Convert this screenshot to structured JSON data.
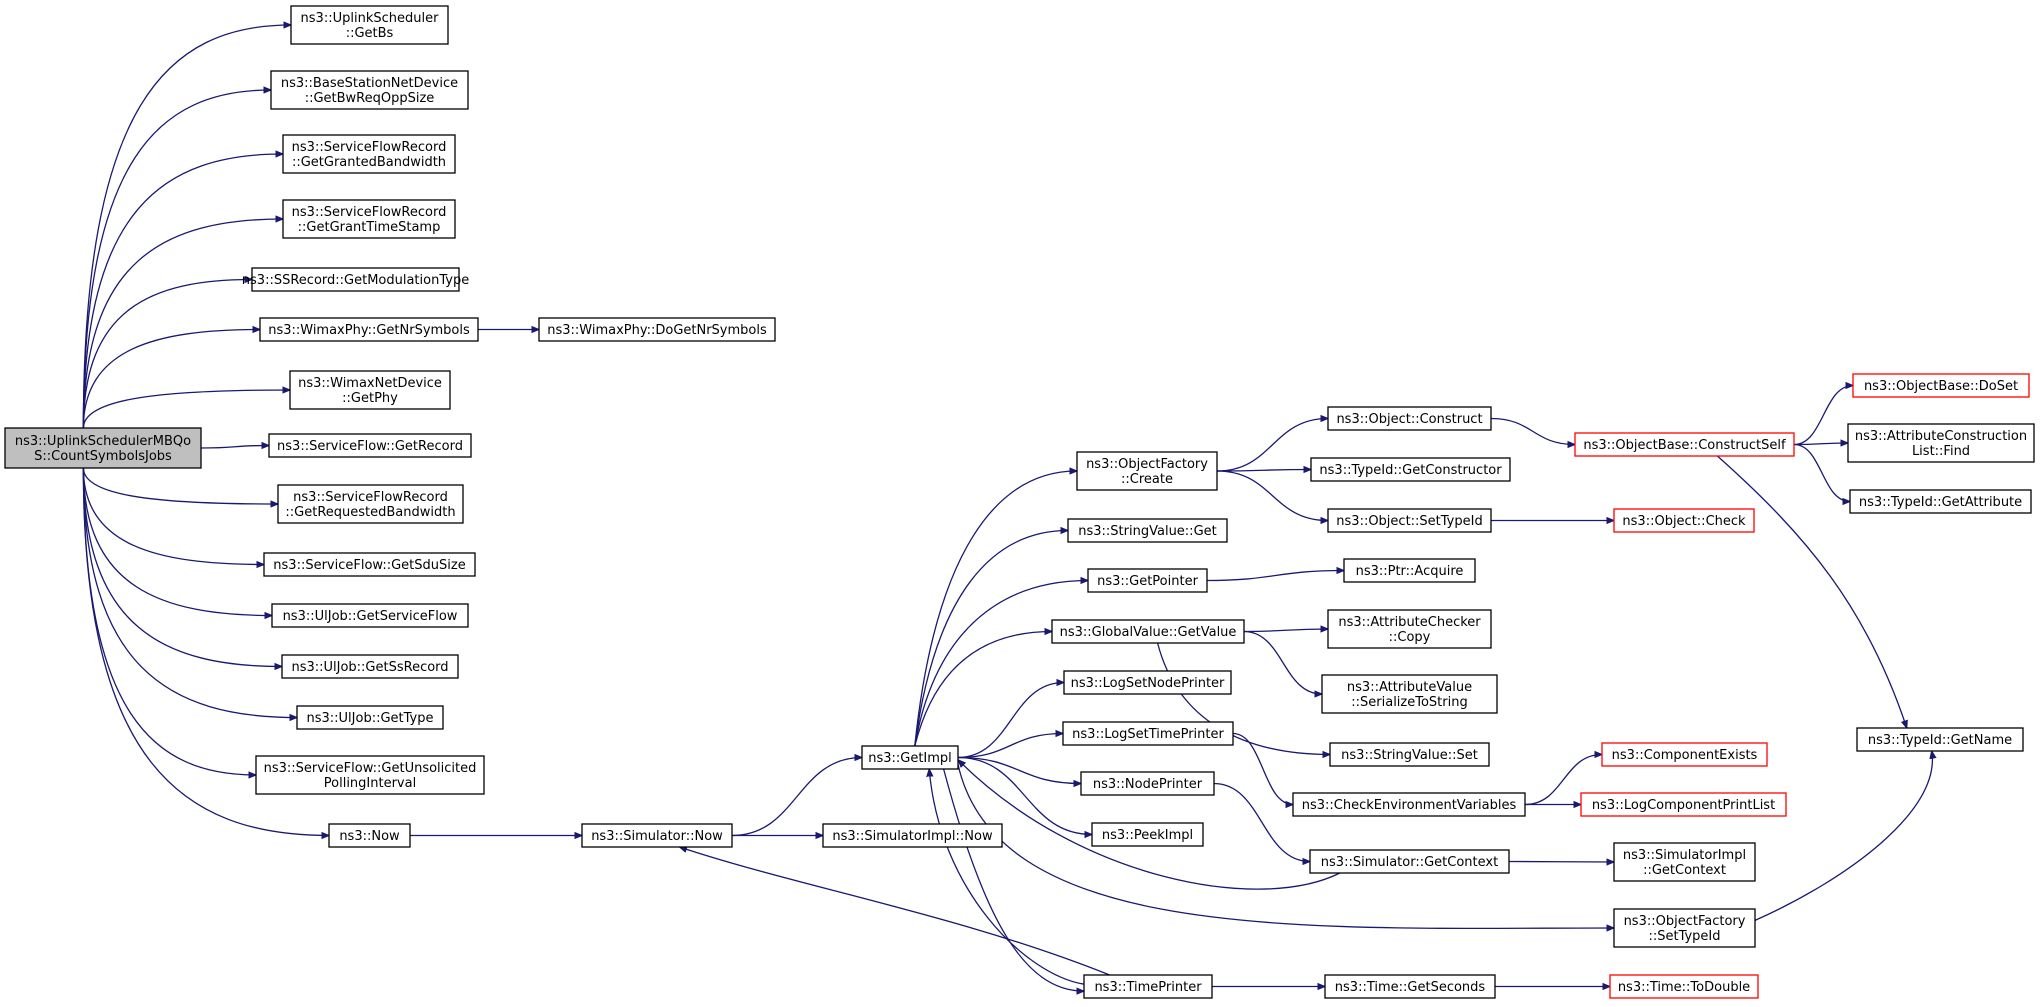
{
  "colors": {
    "edge": "#191970",
    "node_border": "#000000",
    "node_border_truncated": "#ff0000",
    "root_fill": "#bfbfbf",
    "node_fill": "#ffffff",
    "text": "#000000"
  },
  "nodes": [
    {
      "id": "root",
      "lines": [
        "ns3::UplinkSchedulerMBQo",
        "S::CountSymbolsJobs"
      ],
      "root": true
    },
    {
      "id": "getbs",
      "lines": [
        "ns3::UplinkScheduler",
        "::GetBs"
      ]
    },
    {
      "id": "getbwreq",
      "lines": [
        "ns3::BaseStationNetDevice",
        "::GetBwReqOppSize"
      ]
    },
    {
      "id": "grantedbw",
      "lines": [
        "ns3::ServiceFlowRecord",
        "::GetGrantedBandwidth"
      ]
    },
    {
      "id": "granttime",
      "lines": [
        "ns3::ServiceFlowRecord",
        "::GetGrantTimeStamp"
      ]
    },
    {
      "id": "modtype",
      "lines": [
        "ns3::SSRecord::GetModulationType"
      ]
    },
    {
      "id": "getnrsym",
      "lines": [
        "ns3::WimaxPhy::GetNrSymbols"
      ]
    },
    {
      "id": "dogetnrsym",
      "lines": [
        "ns3::WimaxPhy::DoGetNrSymbols"
      ]
    },
    {
      "id": "getphy",
      "lines": [
        "ns3::WimaxNetDevice",
        "::GetPhy"
      ]
    },
    {
      "id": "getrecord",
      "lines": [
        "ns3::ServiceFlow::GetRecord"
      ]
    },
    {
      "id": "reqbw",
      "lines": [
        "ns3::ServiceFlowRecord",
        "::GetRequestedBandwidth"
      ]
    },
    {
      "id": "sdusize",
      "lines": [
        "ns3::ServiceFlow::GetSduSize"
      ]
    },
    {
      "id": "ulsf",
      "lines": [
        "ns3::UlJob::GetServiceFlow"
      ]
    },
    {
      "id": "ulss",
      "lines": [
        "ns3::UlJob::GetSsRecord"
      ]
    },
    {
      "id": "ultype",
      "lines": [
        "ns3::UlJob::GetType"
      ]
    },
    {
      "id": "unsolicited",
      "lines": [
        "ns3::ServiceFlow::GetUnsolicited",
        "PollingInterval"
      ]
    },
    {
      "id": "now",
      "lines": [
        "ns3::Now"
      ]
    },
    {
      "id": "simnow",
      "lines": [
        "ns3::Simulator::Now"
      ]
    },
    {
      "id": "simimplnow",
      "lines": [
        "ns3::SimulatorImpl::Now"
      ]
    },
    {
      "id": "getimpl",
      "lines": [
        "ns3::GetImpl"
      ]
    },
    {
      "id": "ofcreate",
      "lines": [
        "ns3::ObjectFactory",
        "::Create"
      ]
    },
    {
      "id": "strget",
      "lines": [
        "ns3::StringValue::Get"
      ]
    },
    {
      "id": "getpointer",
      "lines": [
        "ns3::GetPointer"
      ]
    },
    {
      "id": "gvgetvalue",
      "lines": [
        "ns3::GlobalValue::GetValue"
      ]
    },
    {
      "id": "lognode",
      "lines": [
        "ns3::LogSetNodePrinter"
      ]
    },
    {
      "id": "logtime",
      "lines": [
        "ns3::LogSetTimePrinter"
      ]
    },
    {
      "id": "nodeprinter",
      "lines": [
        "ns3::NodePrinter"
      ]
    },
    {
      "id": "peekimpl",
      "lines": [
        "ns3::PeekImpl"
      ]
    },
    {
      "id": "timeprinter",
      "lines": [
        "ns3::TimePrinter"
      ]
    },
    {
      "id": "objconstruct",
      "lines": [
        "ns3::Object::Construct"
      ]
    },
    {
      "id": "getconstructor",
      "lines": [
        "ns3::TypeId::GetConstructor"
      ]
    },
    {
      "id": "settypeid",
      "lines": [
        "ns3::Object::SetTypeId"
      ]
    },
    {
      "id": "ptracquire",
      "lines": [
        "ns3::Ptr::Acquire"
      ]
    },
    {
      "id": "attrcheckcopy",
      "lines": [
        "ns3::AttributeChecker",
        "::Copy"
      ]
    },
    {
      "id": "attrvalser",
      "lines": [
        "ns3::AttributeValue",
        "::SerializeToString"
      ]
    },
    {
      "id": "strset",
      "lines": [
        "ns3::StringValue::Set"
      ]
    },
    {
      "id": "checkenv",
      "lines": [
        "ns3::CheckEnvironmentVariables"
      ]
    },
    {
      "id": "simgetctx",
      "lines": [
        "ns3::Simulator::GetContext"
      ]
    },
    {
      "id": "gettseconds",
      "lines": [
        "ns3::Time::GetSeconds"
      ]
    },
    {
      "id": "constructself",
      "lines": [
        "ns3::ObjectBase::ConstructSelf"
      ],
      "truncated": true
    },
    {
      "id": "objcheck",
      "lines": [
        "ns3::Object::Check"
      ],
      "truncated": true
    },
    {
      "id": "compexists",
      "lines": [
        "ns3::ComponentExists"
      ],
      "truncated": true
    },
    {
      "id": "logcompprint",
      "lines": [
        "ns3::LogComponentPrintList"
      ],
      "truncated": true
    },
    {
      "id": "simimplctx",
      "lines": [
        "ns3::SimulatorImpl",
        "::GetContext"
      ]
    },
    {
      "id": "ofsettypeid",
      "lines": [
        "ns3::ObjectFactory",
        "::SetTypeId"
      ]
    },
    {
      "id": "todouble",
      "lines": [
        "ns3::Time::ToDouble"
      ],
      "truncated": true
    },
    {
      "id": "doset",
      "lines": [
        "ns3::ObjectBase::DoSet"
      ],
      "truncated": true
    },
    {
      "id": "attrfind",
      "lines": [
        "ns3::AttributeConstruction",
        "List::Find"
      ]
    },
    {
      "id": "getattribute",
      "lines": [
        "ns3::TypeId::GetAttribute"
      ]
    },
    {
      "id": "getname",
      "lines": [
        "ns3::TypeId::GetName"
      ]
    }
  ],
  "edges": [
    [
      "root",
      "getbs"
    ],
    [
      "root",
      "getbwreq"
    ],
    [
      "root",
      "grantedbw"
    ],
    [
      "root",
      "granttime"
    ],
    [
      "root",
      "modtype"
    ],
    [
      "root",
      "getnrsym"
    ],
    [
      "root",
      "getphy"
    ],
    [
      "root",
      "getrecord"
    ],
    [
      "root",
      "reqbw"
    ],
    [
      "root",
      "sdusize"
    ],
    [
      "root",
      "ulsf"
    ],
    [
      "root",
      "ulss"
    ],
    [
      "root",
      "ultype"
    ],
    [
      "root",
      "unsolicited"
    ],
    [
      "root",
      "now"
    ],
    [
      "getnrsym",
      "dogetnrsym"
    ],
    [
      "now",
      "simnow"
    ],
    [
      "simnow",
      "getimpl"
    ],
    [
      "simnow",
      "simimplnow"
    ],
    [
      "getimpl",
      "ofcreate"
    ],
    [
      "getimpl",
      "strget"
    ],
    [
      "getimpl",
      "getpointer"
    ],
    [
      "getimpl",
      "gvgetvalue"
    ],
    [
      "getimpl",
      "lognode"
    ],
    [
      "getimpl",
      "logtime"
    ],
    [
      "getimpl",
      "nodeprinter"
    ],
    [
      "getimpl",
      "peekimpl"
    ],
    [
      "getimpl",
      "timeprinter"
    ],
    [
      "getimpl",
      "ofsettypeid"
    ],
    [
      "ofcreate",
      "objconstruct"
    ],
    [
      "ofcreate",
      "getconstructor"
    ],
    [
      "ofcreate",
      "settypeid"
    ],
    [
      "objconstruct",
      "constructself"
    ],
    [
      "settypeid",
      "objcheck"
    ],
    [
      "getpointer",
      "ptracquire"
    ],
    [
      "gvgetvalue",
      "attrcheckcopy"
    ],
    [
      "gvgetvalue",
      "attrvalser"
    ],
    [
      "gvgetvalue",
      "strset"
    ],
    [
      "logtime",
      "checkenv"
    ],
    [
      "nodeprinter",
      "simgetctx"
    ],
    [
      "checkenv",
      "compexists"
    ],
    [
      "checkenv",
      "logcompprint"
    ],
    [
      "simgetctx",
      "getimpl"
    ],
    [
      "simgetctx",
      "simimplctx"
    ],
    [
      "timeprinter",
      "simnow"
    ],
    [
      "timeprinter",
      "getimpl"
    ],
    [
      "timeprinter",
      "gettseconds"
    ],
    [
      "gettseconds",
      "todouble"
    ],
    [
      "constructself",
      "doset"
    ],
    [
      "constructself",
      "attrfind"
    ],
    [
      "constructself",
      "getattribute"
    ],
    [
      "constructself",
      "getname"
    ],
    [
      "ofsettypeid",
      "getname"
    ]
  ]
}
